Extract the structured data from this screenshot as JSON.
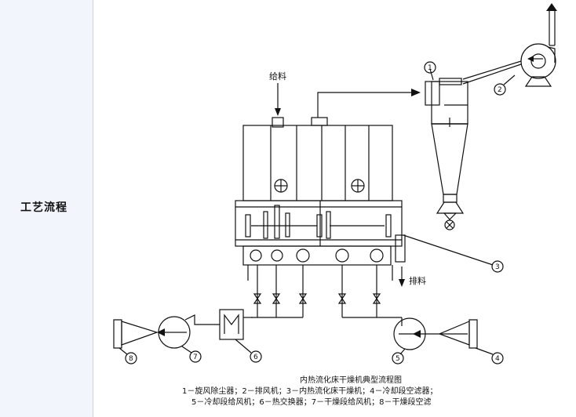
{
  "section_label": "工艺流程",
  "labels": {
    "feed": "给料",
    "discharge": "排料"
  },
  "numbers": [
    "1",
    "2",
    "3",
    "4",
    "5",
    "6",
    "7",
    "8"
  ],
  "caption": {
    "title": "内热流化床干燥机典型流程图",
    "line1": "1－旋风除尘器；2－排风机；3－内热流化床干燥机；4－冷却段空滤器；",
    "line2": "5－冷却段给风机；6－热交换器；7－干燥段给风机；8－干燥段空滤"
  }
}
